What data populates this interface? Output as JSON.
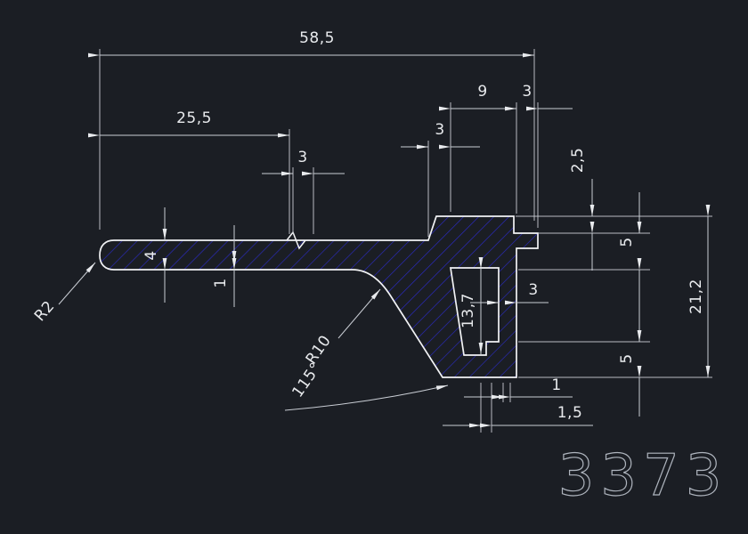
{
  "drawing": {
    "part_number": "3373",
    "colors": {
      "background": "#1b1e24",
      "outline": "#f2f3f5",
      "hatch": "#2a2ac0",
      "dimension_lines": "#c9cdd4",
      "text": "#e8eaed"
    },
    "dimensions": {
      "total_width": "58,5",
      "left_segment": "25,5",
      "break_width": "3",
      "step_width": "3",
      "boss_width": "9",
      "lip_width": "3",
      "step_height": "2,5",
      "upper_height": "5",
      "total_height": "21,2",
      "hook_height": "5",
      "wall_thickness": "3",
      "channel_depth": "13,7",
      "bar_thickness": "4",
      "rib_height": "1",
      "tip_radius": "R2",
      "fillet_radius": "R10",
      "web_angle": "115°",
      "hook_wall": "1",
      "hook_lip": "1,5"
    }
  }
}
